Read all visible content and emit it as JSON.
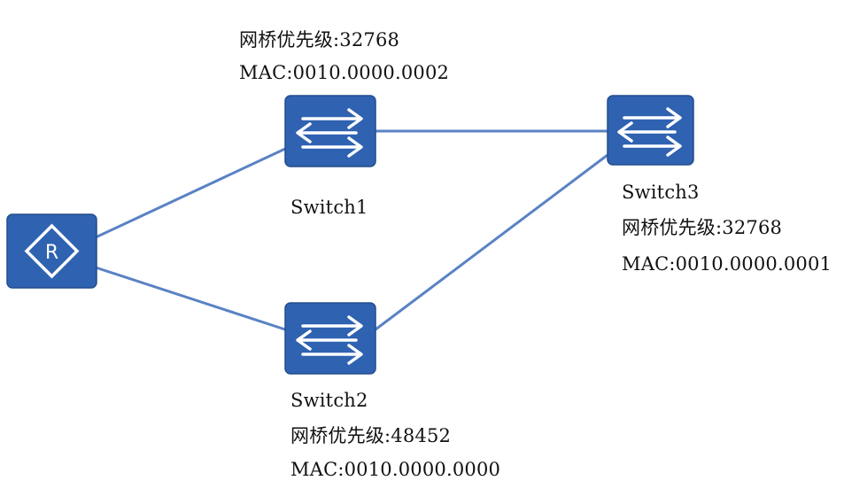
{
  "colors": {
    "device_fill": "#2f62b0",
    "device_stroke": "#234d8e",
    "link": "#5a82c4",
    "icon_glyph": "#ffffff",
    "text": "#111111"
  },
  "devices": {
    "router": {
      "icon": "router-icon"
    },
    "switch1": {
      "icon": "switch-icon",
      "name": "Switch1",
      "priority": "网桥优先级:32768",
      "mac": "MAC:0010.0000.0002"
    },
    "switch2": {
      "icon": "switch-icon",
      "name": "Switch2",
      "priority": "网桥优先级:48452",
      "mac": "MAC:0010.0000.0000"
    },
    "switch3": {
      "icon": "switch-icon",
      "name": "Switch3",
      "priority": "网桥优先级:32768",
      "mac": "MAC:0010.0000.0001"
    }
  }
}
